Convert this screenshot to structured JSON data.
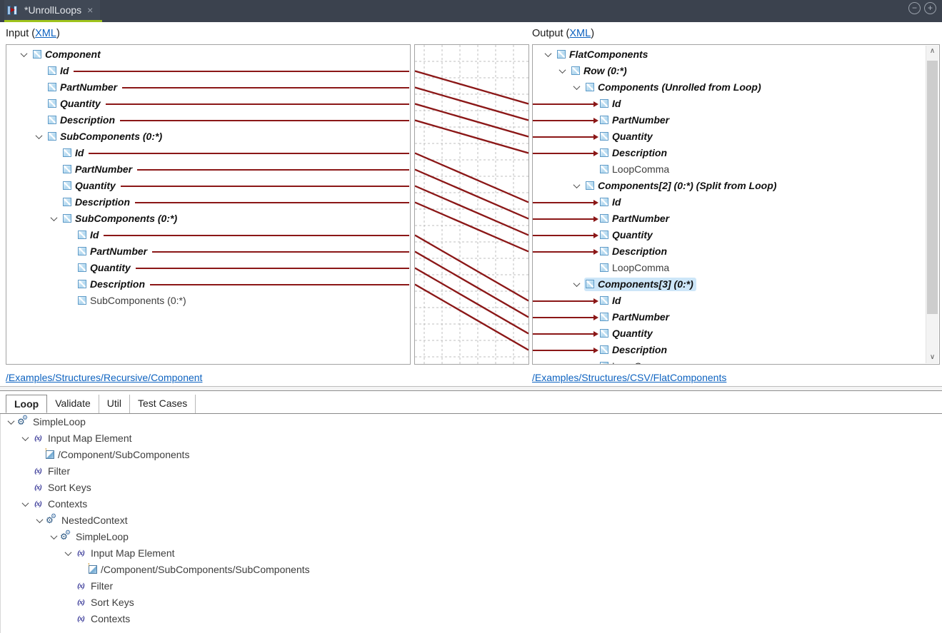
{
  "titlebar": {
    "tab_title": "*UnrollLoops",
    "close_glyph": "×",
    "zoom_out_glyph": "−",
    "zoom_in_glyph": "+",
    "file_icon_arrow": "➤"
  },
  "headers": {
    "input_prefix": "Input (",
    "input_link": "XML",
    "input_suffix": ")",
    "output_prefix": "Output (",
    "output_link": "XML",
    "output_suffix": ")"
  },
  "footer_links": {
    "input": "/Examples/Structures/Recursive/Component",
    "output": "/Examples/Structures/CSV/FlatComponents"
  },
  "icons": {
    "fx_glyph": "(x)",
    "gear_glyph": "⚙",
    "map_element_arrow": "↑",
    "scroll_up_glyph": "∧",
    "scroll_down_glyph": "∨"
  },
  "colors": {
    "map_line": "#8b1717",
    "accent_green": "#9fc31c",
    "titlebar_bg": "#3b424e",
    "selection_bg": "#cde6f8",
    "link_blue": "#0e63c0",
    "grid_dash": "#bfbfbf"
  },
  "input_tree": [
    {
      "label": "Component",
      "level": 0,
      "bold": true,
      "chevron": true
    },
    {
      "label": "Id",
      "level": 1,
      "bold": true,
      "stub": true
    },
    {
      "label": "PartNumber",
      "level": 1,
      "bold": true,
      "stub": true
    },
    {
      "label": "Quantity",
      "level": 1,
      "bold": true,
      "stub": true
    },
    {
      "label": "Description",
      "level": 1,
      "bold": true,
      "stub": true
    },
    {
      "label": "SubComponents (0:*)",
      "level": 1,
      "bold": true,
      "chevron": true
    },
    {
      "label": "Id",
      "level": 2,
      "bold": true,
      "stub": true
    },
    {
      "label": "PartNumber",
      "level": 2,
      "bold": true,
      "stub": true
    },
    {
      "label": "Quantity",
      "level": 2,
      "bold": true,
      "stub": true
    },
    {
      "label": "Description",
      "level": 2,
      "bold": true,
      "stub": true
    },
    {
      "label": "SubComponents (0:*)",
      "level": 2,
      "bold": true,
      "chevron": true
    },
    {
      "label": "Id",
      "level": 3,
      "bold": true,
      "stub": true
    },
    {
      "label": "PartNumber",
      "level": 3,
      "bold": true,
      "stub": true
    },
    {
      "label": "Quantity",
      "level": 3,
      "bold": true,
      "stub": true
    },
    {
      "label": "Description",
      "level": 3,
      "bold": true,
      "stub": true
    },
    {
      "label": "SubComponents (0:*)",
      "level": 3,
      "bold": false
    }
  ],
  "output_tree": [
    {
      "label": "FlatComponents",
      "level": 0,
      "bold": true,
      "chevron": true
    },
    {
      "label": "Row (0:*)",
      "level": 1,
      "bold": true,
      "chevron": true
    },
    {
      "label": "Components (Unrolled from Loop)",
      "level": 2,
      "bold": true,
      "chevron": true
    },
    {
      "label": "Id",
      "level": 3,
      "bold": true,
      "arrow": true
    },
    {
      "label": "PartNumber",
      "level": 3,
      "bold": true,
      "arrow": true
    },
    {
      "label": "Quantity",
      "level": 3,
      "bold": true,
      "arrow": true
    },
    {
      "label": "Description",
      "level": 3,
      "bold": true,
      "arrow": true
    },
    {
      "label": "LoopComma",
      "level": 3,
      "bold": false
    },
    {
      "label": "Components[2] (0:*) (Split from Loop)",
      "level": 2,
      "bold": true,
      "chevron": true
    },
    {
      "label": "Id",
      "level": 3,
      "bold": true,
      "arrow": true
    },
    {
      "label": "PartNumber",
      "level": 3,
      "bold": true,
      "arrow": true
    },
    {
      "label": "Quantity",
      "level": 3,
      "bold": true,
      "arrow": true
    },
    {
      "label": "Description",
      "level": 3,
      "bold": true,
      "arrow": true
    },
    {
      "label": "LoopComma",
      "level": 3,
      "bold": false
    },
    {
      "label": "Components[3] (0:*)",
      "level": 2,
      "bold": true,
      "chevron": true,
      "selected": true
    },
    {
      "label": "Id",
      "level": 3,
      "bold": true,
      "arrow": true
    },
    {
      "label": "PartNumber",
      "level": 3,
      "bold": true,
      "arrow": true
    },
    {
      "label": "Quantity",
      "level": 3,
      "bold": true,
      "arrow": true
    },
    {
      "label": "Description",
      "level": 3,
      "bold": true,
      "arrow": true
    },
    {
      "label": "LoopComma",
      "level": 3,
      "bold": false
    }
  ],
  "connections": [
    {
      "from": 1,
      "to": 3
    },
    {
      "from": 2,
      "to": 4
    },
    {
      "from": 3,
      "to": 5
    },
    {
      "from": 4,
      "to": 6
    },
    {
      "from": 6,
      "to": 9
    },
    {
      "from": 7,
      "to": 10
    },
    {
      "from": 8,
      "to": 11
    },
    {
      "from": 9,
      "to": 12
    },
    {
      "from": 11,
      "to": 15
    },
    {
      "from": 12,
      "to": 16
    },
    {
      "from": 13,
      "to": 17
    },
    {
      "from": 14,
      "to": 18
    }
  ],
  "tabs": [
    {
      "label": "Loop",
      "active": true
    },
    {
      "label": "Validate",
      "active": false
    },
    {
      "label": "Util",
      "active": false
    },
    {
      "label": "Test Cases",
      "active": false
    }
  ],
  "loop_tree": [
    {
      "label": "SimpleLoop",
      "level": 0,
      "icon": "gears",
      "chevron": true
    },
    {
      "label": "Input Map Element",
      "level": 1,
      "icon": "fx",
      "chevron": true
    },
    {
      "label": "/Component/SubComponents",
      "level": 2,
      "icon": "mapel"
    },
    {
      "label": "Filter",
      "level": 1,
      "icon": "fx"
    },
    {
      "label": "Sort Keys",
      "level": 1,
      "icon": "fx"
    },
    {
      "label": "Contexts",
      "level": 1,
      "icon": "fx",
      "chevron": true
    },
    {
      "label": "NestedContext",
      "level": 2,
      "icon": "gears",
      "chevron": true
    },
    {
      "label": "SimpleLoop",
      "level": 3,
      "icon": "gears",
      "chevron": true
    },
    {
      "label": "Input Map Element",
      "level": 4,
      "icon": "fx",
      "chevron": true
    },
    {
      "label": "/Component/SubComponents/SubComponents",
      "level": 5,
      "icon": "mapel"
    },
    {
      "label": "Filter",
      "level": 4,
      "icon": "fx"
    },
    {
      "label": "Sort Keys",
      "level": 4,
      "icon": "fx"
    },
    {
      "label": "Contexts",
      "level": 4,
      "icon": "fx"
    }
  ]
}
